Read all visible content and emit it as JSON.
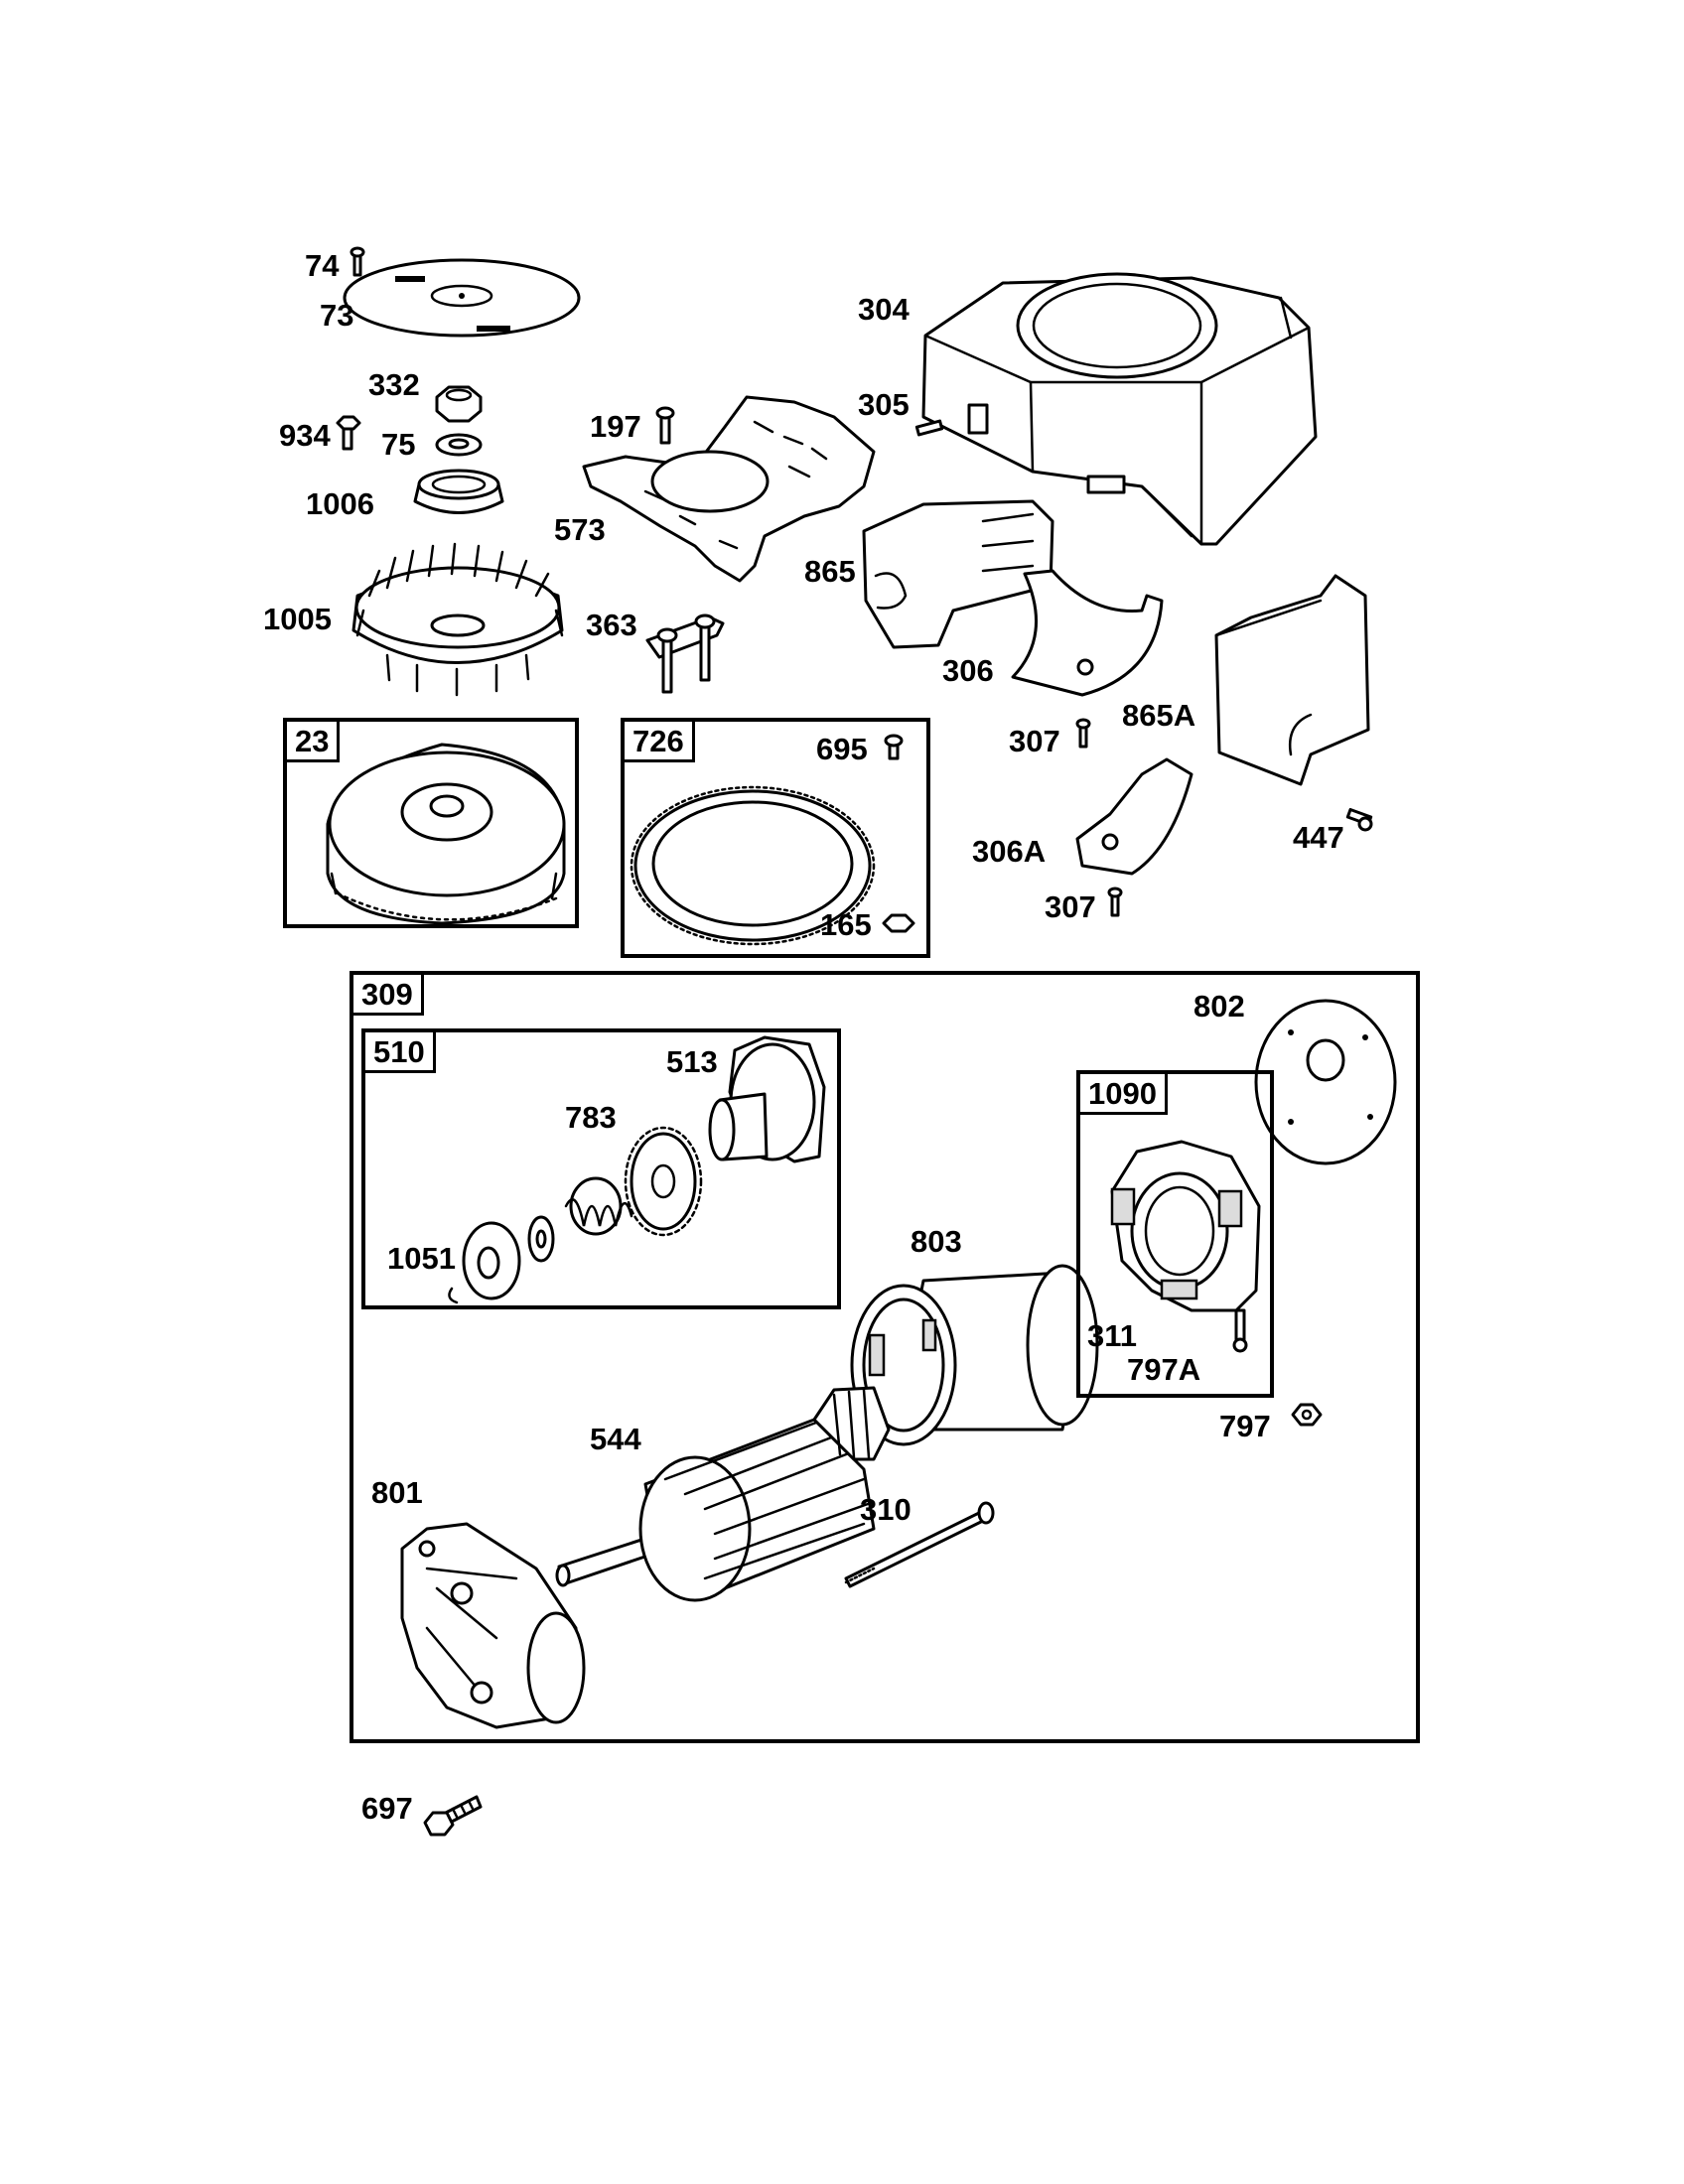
{
  "diagram": {
    "labels": {
      "p74": "74",
      "p73": "73",
      "p332": "332",
      "p934": "934",
      "p75": "75",
      "p1006": "1006",
      "p1005": "1005",
      "p197": "197",
      "p573": "573",
      "p363": "363",
      "p304": "304",
      "p305": "305",
      "p865": "865",
      "p306": "306",
      "p307a": "307",
      "p865A": "865A",
      "p306A": "306A",
      "p307b": "307",
      "p447": "447",
      "p695": "695",
      "p165": "165",
      "p802": "802",
      "p513": "513",
      "p783": "783",
      "p1051": "1051",
      "p803": "803",
      "p311": "311",
      "p797A": "797A",
      "p797": "797",
      "p544": "544",
      "p801": "801",
      "p310": "310",
      "p697": "697"
    },
    "boxes": {
      "b23": "23",
      "b726": "726",
      "b309": "309",
      "b510": "510",
      "b1090": "1090"
    }
  }
}
